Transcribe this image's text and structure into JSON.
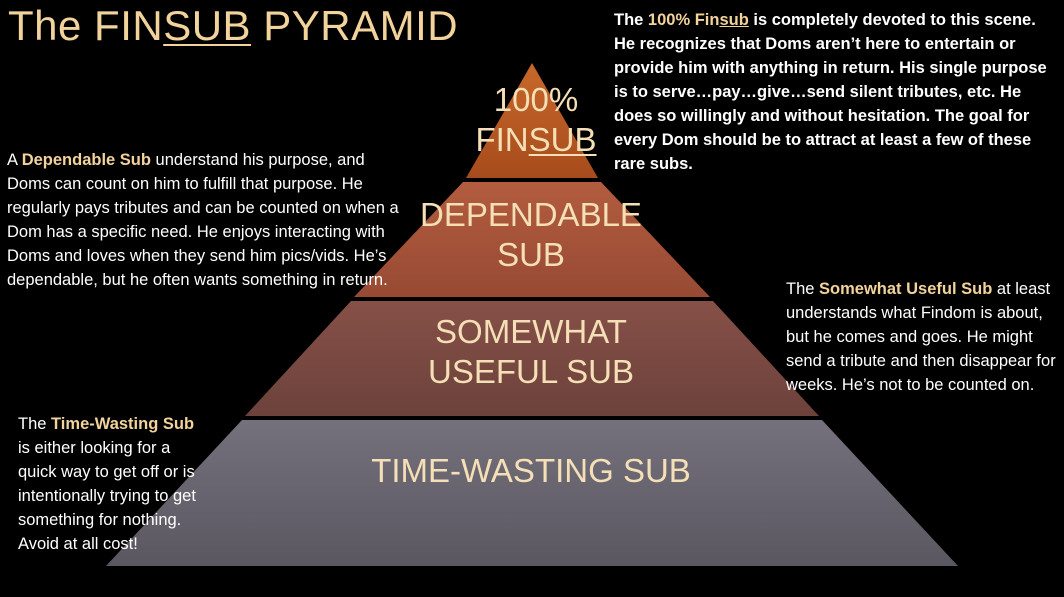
{
  "title": {
    "before": "The FIN",
    "underlined": "SUB",
    "after": " PYRAMID"
  },
  "tiers": [
    {
      "line1": "100%",
      "line2_before": "FIN",
      "line2_underlined": "SUB",
      "color": "#b95a22"
    },
    {
      "line1": "DEPENDABLE",
      "line2": "SUB",
      "color": "#a8533a"
    },
    {
      "line1": "SOMEWHAT",
      "line2": "USEFUL SUB",
      "color": "#7d4a42"
    },
    {
      "line1": "TIME-WASTING SUB",
      "color": "#6b6772"
    }
  ],
  "descriptions": {
    "finsub": {
      "lead": "The ",
      "highlight_before": "100% Fin",
      "highlight_underlined": "sub",
      "rest": " is completely devoted to this scene. He recognizes that Doms aren’t here to entertain or provide him with anything in return. His single purpose is to serve…pay…give…send silent tributes, etc. He does so willingly and without hesitation. The goal for every Dom should be to attract at least a few of these rare subs."
    },
    "dependable": {
      "lead": "A ",
      "highlight": "Dependable Sub",
      "rest": " understand his purpose, and Doms can count on him to fulfill that purpose. He regularly pays tributes and can be counted on when a Dom has a specific need. He enjoys interacting with Doms and loves when they send him pics/vids. He’s dependable, but he often wants something in return."
    },
    "useful": {
      "lead": "The ",
      "highlight": "Somewhat Useful Sub",
      "rest": " at least understands what Findom is about, but he comes and goes. He might send a tribute and then disappear for weeks. He’s not to be counted on."
    },
    "wasting": {
      "lead": "The ",
      "highlight": "Time-Wasting Sub",
      "rest": " is either looking for a quick way to get off or is intentionally trying to get something for nothing. Avoid at all cost!"
    }
  }
}
